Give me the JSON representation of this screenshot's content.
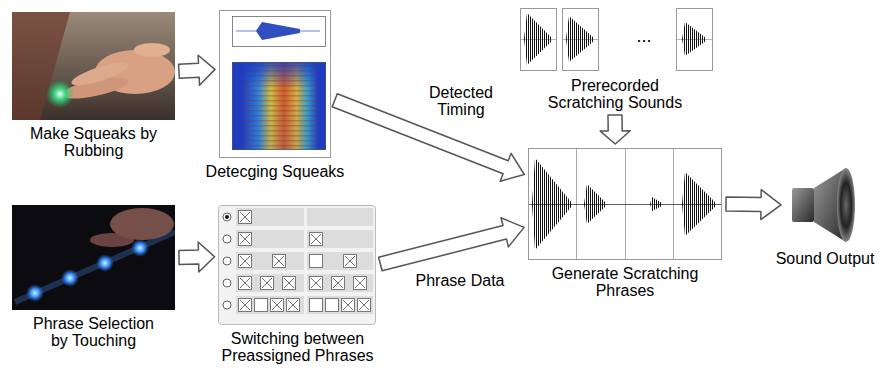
{
  "diagram": {
    "nodes": [
      {
        "text": [
          "Make Squeaks by Rubbing"
        ]
      },
      {
        "text": [
          "Detecging Squeaks"
        ]
      },
      {
        "text": [
          "Phrase Selection by Touching"
        ]
      },
      {
        "text": [
          "Switching between Preassigned Phrases"
        ]
      },
      {
        "text": [
          "Prerecorded Scratching Sounds"
        ]
      },
      {
        "text": [
          "Generate Scratching Phrases"
        ]
      },
      {
        "text": [
          "Sound Output"
        ]
      }
    ],
    "edges": [
      {
        "from": 0,
        "to": 1,
        "arrow": "to"
      },
      {
        "from": 2,
        "to": 3,
        "arrow": "to"
      },
      {
        "from": 1,
        "to": 5,
        "label": "Detected Timing",
        "arrow": "to"
      },
      {
        "from": 3,
        "to": 5,
        "label": "Phrase Data",
        "arrow": "to"
      },
      {
        "from": 4,
        "to": 5,
        "arrow": "to"
      },
      {
        "from": 5,
        "to": 6,
        "arrow": "to"
      }
    ],
    "labels": [
      "..."
    ]
  }
}
